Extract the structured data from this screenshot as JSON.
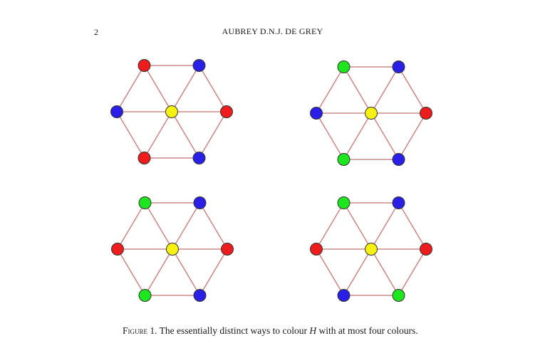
{
  "header": {
    "page_number": "2",
    "running_head": "AUBREY D.N.J. DE GREY"
  },
  "figure": {
    "colors": {
      "red": "#ee1c1c",
      "blue": "#2a1fe6",
      "yellow": "#f5f20f",
      "green": "#1ee61e",
      "edge": "#cc8a8a",
      "stroke": "#333333"
    },
    "vertex_order": [
      "upper-left",
      "upper-right",
      "left",
      "center",
      "right",
      "lower-left",
      "lower-right"
    ],
    "colourings": [
      [
        "red",
        "blue",
        "blue",
        "yellow",
        "red",
        "red",
        "blue"
      ],
      [
        "green",
        "blue",
        "blue",
        "yellow",
        "red",
        "green",
        "blue"
      ],
      [
        "green",
        "blue",
        "red",
        "yellow",
        "red",
        "green",
        "blue"
      ],
      [
        "green",
        "blue",
        "red",
        "yellow",
        "red",
        "blue",
        "green"
      ]
    ]
  },
  "caption": {
    "label": "Figure 1.",
    "text_before": "The essentially distinct ways to colour",
    "variable": "H",
    "text_after": "with at most four colours."
  }
}
